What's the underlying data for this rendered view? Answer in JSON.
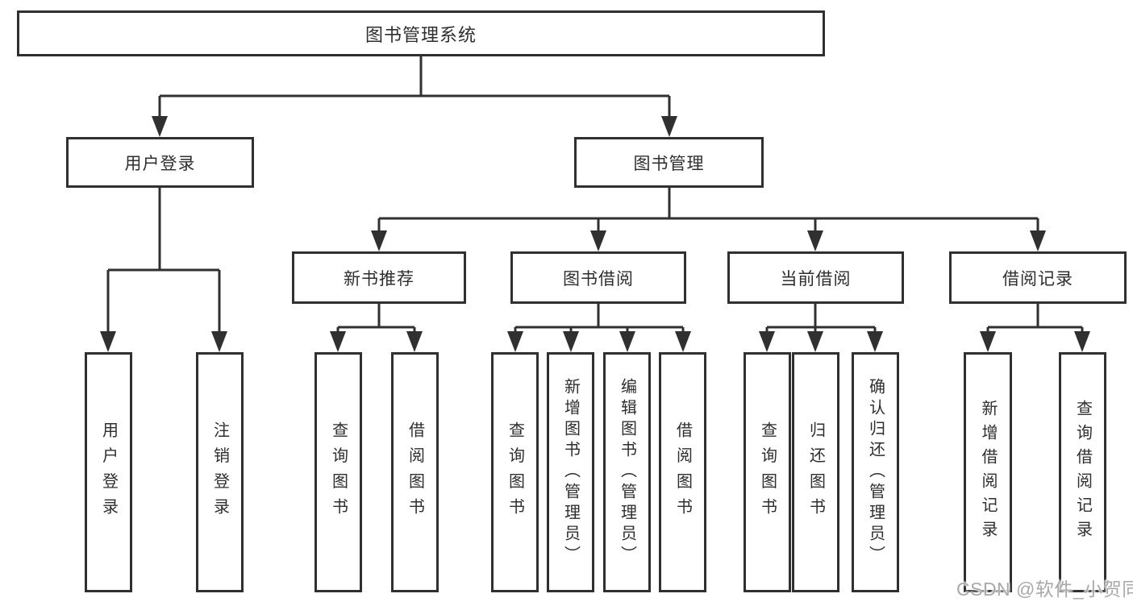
{
  "nodes": {
    "root": "图书管理系统",
    "user_login": "用户登录",
    "book_management": "图书管理",
    "new_book_recommend": "新书推荐",
    "book_borrowing": "图书借阅",
    "current_borrowing": "当前借阅",
    "borrowing_records": "借阅记录",
    "leaf_user_login": "用户登录",
    "leaf_logout": "注销登录",
    "leaf_recommend_query_books": "查询图书",
    "leaf_recommend_borrow_books": "借阅图书",
    "leaf_borrowing_query_books": "查询图书",
    "leaf_borrowing_add_books": "新增图书（管理员）",
    "leaf_borrowing_edit_books": "编辑图书（管理员）",
    "leaf_borrowing_borrow_books": "借阅图书",
    "leaf_current_query_books": "查询图书",
    "leaf_current_return_books": "归还图书",
    "leaf_current_confirm_return": "确认归还（管理员）",
    "leaf_records_add_record": "新增借阅记录",
    "leaf_records_query_record": "查询借阅记录"
  },
  "watermark": "CSDN @软件_小贺同学",
  "colors": {
    "line": "#303030",
    "border": "#303030",
    "text": "#2e2e2e",
    "watermark": "#a9a9a9",
    "background": "#ffffff"
  }
}
